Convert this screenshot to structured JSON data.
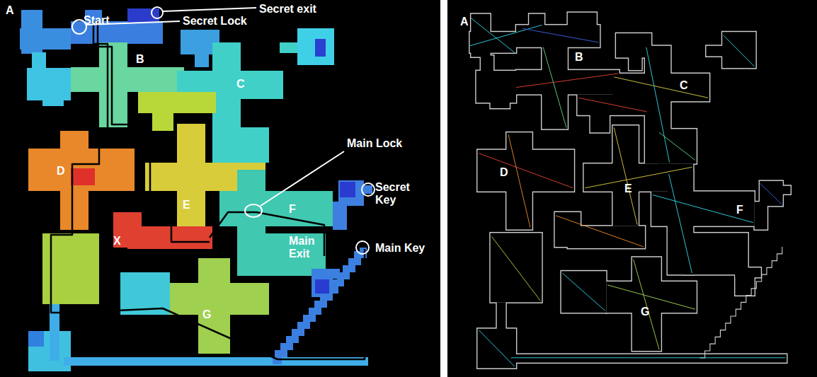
{
  "diagram": {
    "labels": [
      "A",
      "Start",
      "Secret Lock",
      "Secret exit",
      "B",
      "C",
      "Main Lock",
      "D",
      "Secret Key",
      "E",
      "F",
      "X",
      "Main Exit",
      "Main Key",
      "G",
      "A",
      "B",
      "C",
      "D",
      "E",
      "F",
      "G"
    ]
  }
}
